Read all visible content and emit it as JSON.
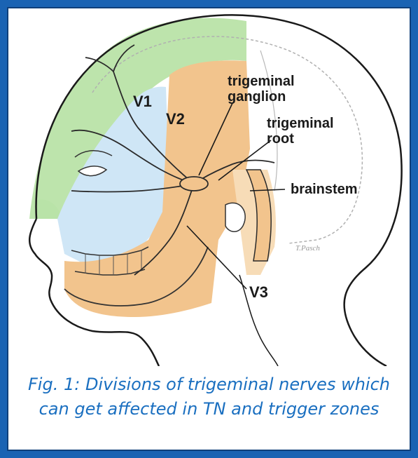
{
  "figure": {
    "labels": {
      "v1": "V1",
      "v2": "V2",
      "v3": "V3",
      "trigeminal_ganglion_1": "trigeminal",
      "trigeminal_ganglion_2": "ganglion",
      "trigeminal_root_1": "trigeminal",
      "trigeminal_root_2": "root",
      "brainstem": "brainstem",
      "signature": "T.Pasch"
    },
    "caption_line1": "Fig. 1: Divisions of trigeminal nerves which",
    "caption_line2": "can get affected in TN and trigger zones"
  },
  "colors": {
    "frame": "#1a63b3",
    "v1_zone": "#b9e3a8",
    "v2_zone": "#cfe6f6",
    "v3_zone": "#f2c48d",
    "root_zone": "#f7dcb7",
    "caption": "#1a6fc0"
  }
}
